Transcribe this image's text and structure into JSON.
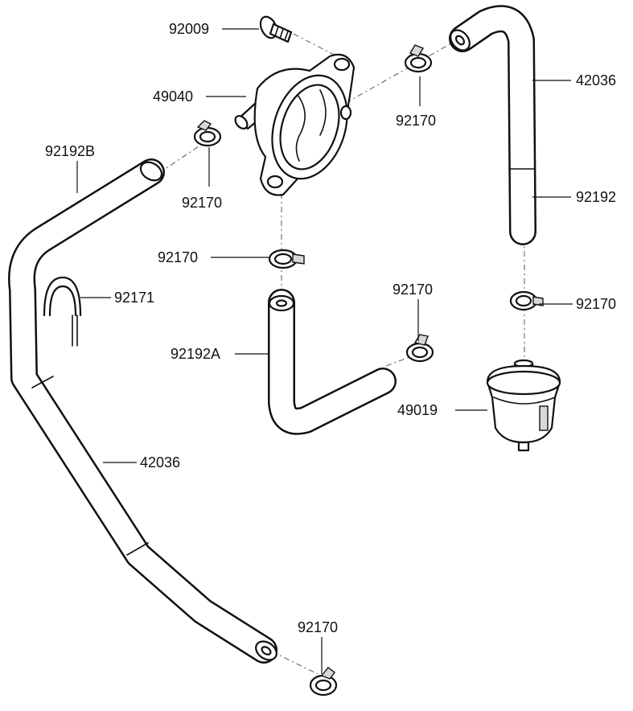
{
  "diagram": {
    "parts": {
      "bolt": "92009",
      "fuel_pump": "49040",
      "clamp_pump_left": "92170",
      "clamp_pump_right": "92170",
      "clamp_pump_bottom": "92170",
      "clamp_hose_a": "92170",
      "clamp_filter_top": "92170",
      "clamp_bottom": "92170",
      "hose_upper_right": "42036",
      "hose_short_right": "92192",
      "hose_b": "92192B",
      "clip": "92171",
      "hose_long_left": "42036",
      "hose_a": "92192A",
      "fuel_filter": "49019"
    }
  }
}
